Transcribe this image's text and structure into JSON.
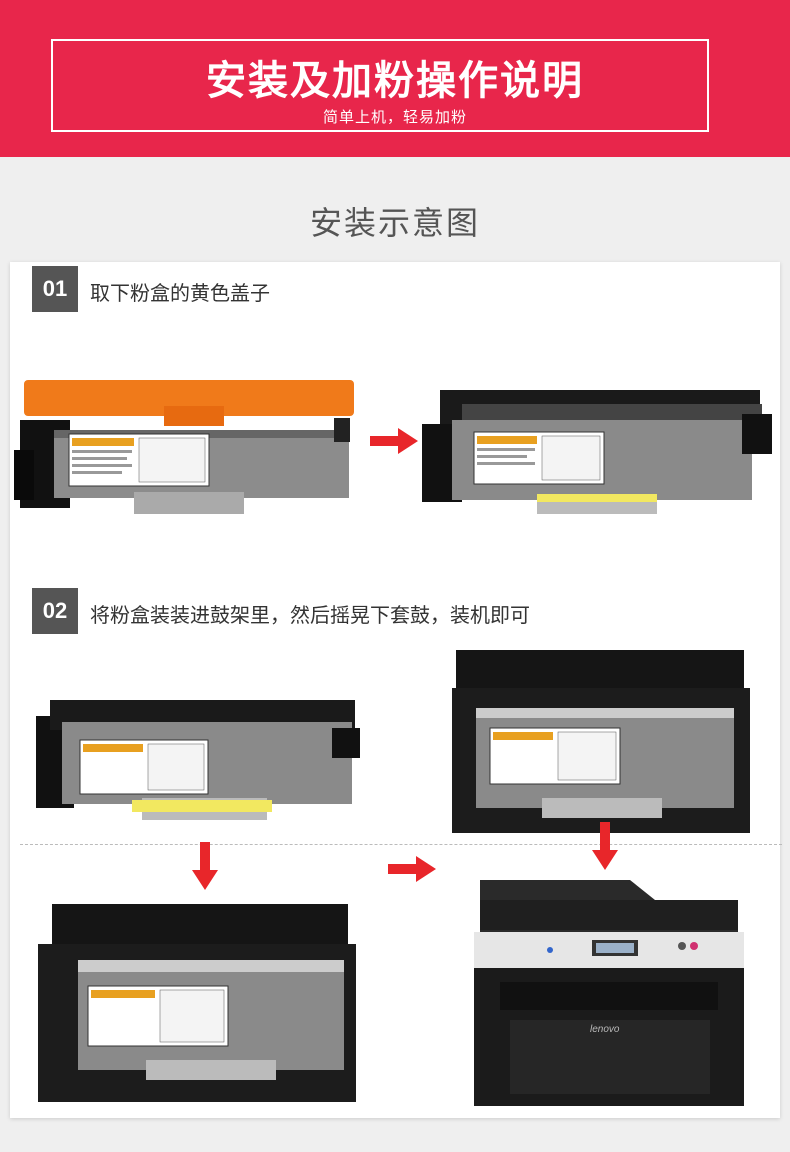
{
  "header": {
    "title": "安装及加粉操作说明",
    "subtitle": "简单上机，轻易加粉"
  },
  "section": {
    "title": "安装示意图"
  },
  "steps": [
    {
      "number": "01",
      "text": "取下粉盒的黄色盖子"
    },
    {
      "number": "02",
      "text": "将粉盒装装进鼓架里，然后摇晃下套鼓，装机即可"
    }
  ],
  "printer": {
    "brand_text": "lenovo"
  },
  "colors": {
    "banner": "#e8264b",
    "arrow": "#e8262a",
    "cap": "#f07a1a"
  },
  "icons": [
    "toner-cartridge-with-cap-image",
    "toner-cartridge-image",
    "drum-unit-image",
    "printer-image",
    "right-arrow-icon",
    "down-arrow-icon"
  ]
}
